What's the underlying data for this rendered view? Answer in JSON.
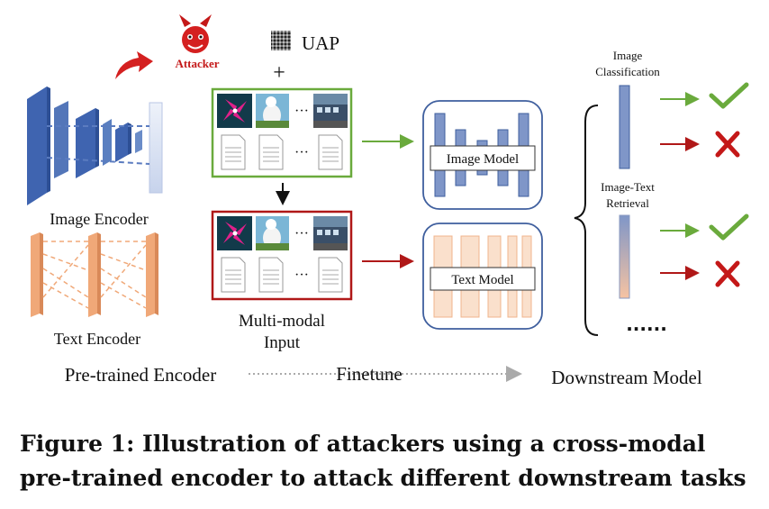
{
  "attacker": {
    "label": "Attacker"
  },
  "uap": {
    "label": "UAP",
    "plus": "+"
  },
  "encoders": {
    "image_label": "Image Encoder",
    "text_label": "Text Encoder",
    "group_label": "Pre-trained Encoder"
  },
  "input": {
    "label_line1": "Multi-modal",
    "label_line2": "Input",
    "ellipsis": "···"
  },
  "finetune": {
    "label": "Finetune"
  },
  "models": {
    "image_model": "Image Model",
    "text_model": "Text Model"
  },
  "downstream": {
    "label": "Downstream Model",
    "task1_line1": "Image",
    "task1_line2": "Classification",
    "task2_line1": "Image-Text",
    "task2_line2": "Retrieval",
    "more": "······"
  },
  "colors": {
    "clean": "#6aaa3c",
    "attacked": "#b01818",
    "blue": "#4a6fb5",
    "orange": "#f0a878"
  },
  "caption": "Figure 1: Illustration of attackers using a cross-modal pre-trained encoder to attack different downstream tasks"
}
